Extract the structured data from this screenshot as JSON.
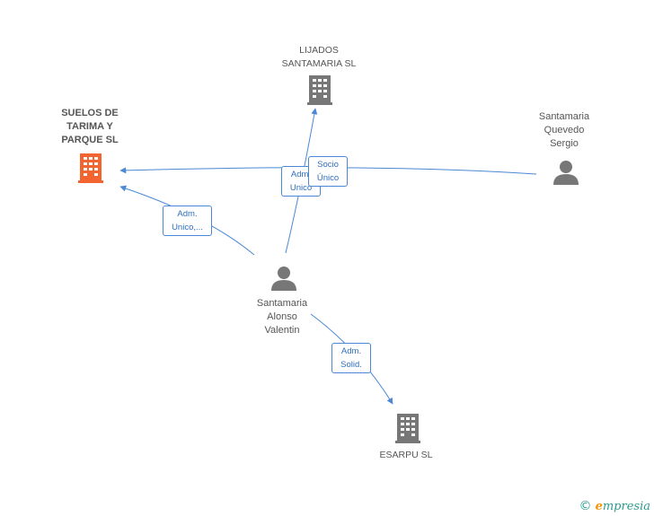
{
  "colors": {
    "edge": "#4a88d6",
    "focus_company": "#f26430",
    "company": "#777777",
    "person": "#777777"
  },
  "nodes": {
    "lijados": {
      "lines": [
        "LIJADOS",
        "SANTAMARIA SL"
      ],
      "icon": "building-icon"
    },
    "suelos": {
      "lines": [
        "SUELOS DE",
        "TARIMA Y",
        "PARQUE SL"
      ],
      "icon": "building-icon"
    },
    "quevedo": {
      "lines": [
        "Santamaria",
        "Quevedo",
        "Sergio"
      ],
      "icon": "person-icon"
    },
    "alonso": {
      "lines": [
        "Santamaria",
        "Alonso",
        "Valentin"
      ],
      "icon": "person-icon"
    },
    "esarpu": {
      "lines": [
        "ESARPU SL"
      ],
      "icon": "building-icon"
    }
  },
  "edge_labels": {
    "alonso_suelos": [
      "Adm.",
      "Unico,..."
    ],
    "alonso_lijados": [
      "Adm.",
      "Unico"
    ],
    "quevedo_suelos": [
      "Socio",
      "Único"
    ],
    "alonso_esarpu": [
      "Adm.",
      "Solid."
    ]
  },
  "footer": {
    "symbol": "©",
    "brand_first": "e",
    "brand_rest": "mpresia"
  }
}
